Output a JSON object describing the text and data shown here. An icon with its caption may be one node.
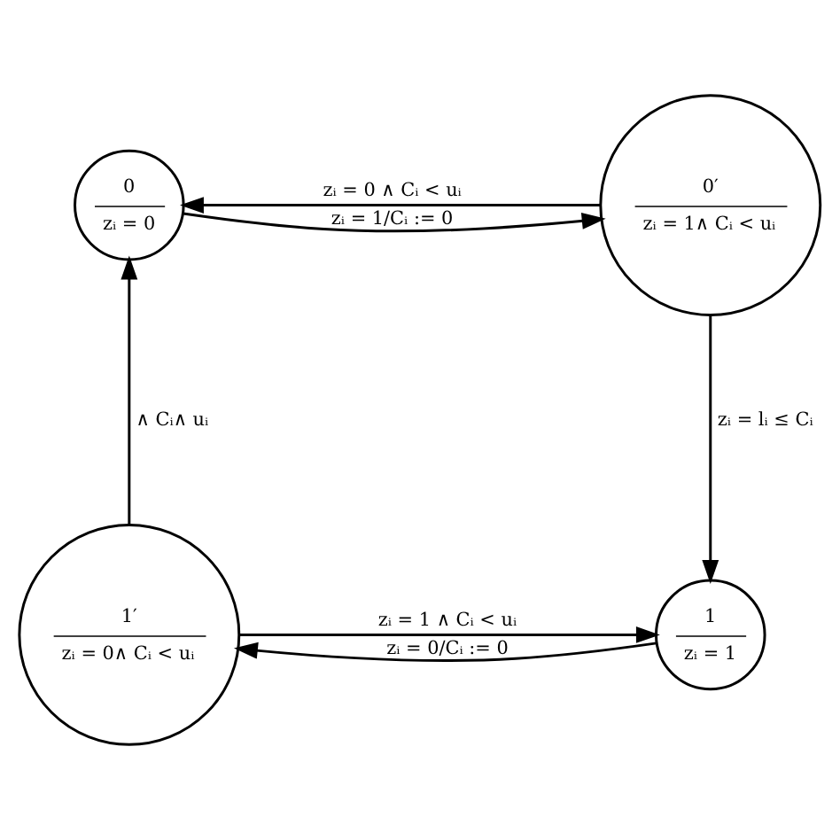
{
  "diagram": {
    "nodes": [
      {
        "text": [
          "0",
          "zᵢ = 0"
        ]
      },
      {
        "text": [
          "0′",
          "zᵢ = 1∧ Cᵢ < uᵢ"
        ]
      },
      {
        "text": [
          "1′",
          "zᵢ = 0∧ Cᵢ < uᵢ"
        ]
      },
      {
        "text": [
          "1",
          "zᵢ = 1"
        ]
      }
    ],
    "edges": [
      {
        "from": 0,
        "to": 1,
        "arrow": "to",
        "label": "zᵢ = 1/Cᵢ := 0"
      },
      {
        "from": 1,
        "to": 0,
        "arrow": "to",
        "label": "zᵢ = 0 ∧ Cᵢ < uᵢ"
      },
      {
        "from": 1,
        "to": 3,
        "arrow": "to",
        "label": "zᵢ = lᵢ ≤ Cᵢ"
      },
      {
        "from": 2,
        "to": 3,
        "arrow": "to",
        "label": "zᵢ = 1 ∧ Cᵢ < uᵢ"
      },
      {
        "from": 3,
        "to": 2,
        "arrow": "to",
        "label": "zᵢ = 0/Cᵢ := 0"
      },
      {
        "from": 2,
        "to": 0,
        "arrow": "to",
        "label": "∧ Cᵢ∧ uᵢ"
      }
    ]
  }
}
